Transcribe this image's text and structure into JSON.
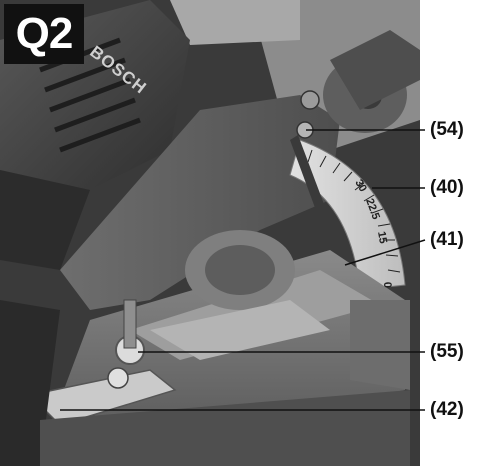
{
  "figure": {
    "label": "Q2",
    "brand": "BOSCH",
    "scale_marks": [
      "30",
      "22.5",
      "15",
      "0"
    ],
    "callouts": [
      "(54)",
      "(40)",
      "(41)",
      "(55)",
      "(42)"
    ]
  },
  "colors": {
    "background": "#ffffff",
    "badge": "#111111",
    "machine_dark": "#4a4a4a",
    "machine_mid": "#6b6b6b",
    "machine_light": "#9a9a9a",
    "scale_face": "#c9c9c9",
    "leader": "#111111"
  }
}
